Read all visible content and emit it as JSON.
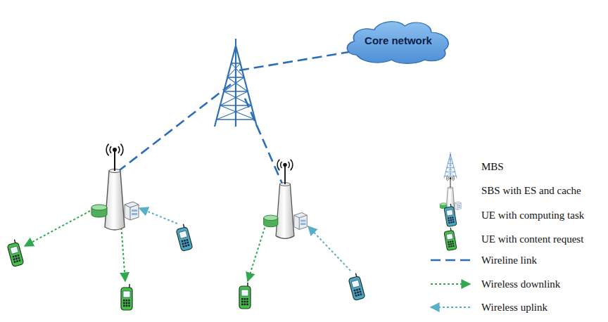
{
  "diagram": {
    "nodes": [
      {
        "text": [
          "Core network"
        ]
      }
    ],
    "legend": [
      {
        "text": "MBS"
      },
      {
        "text": "SBS with ES and cache"
      },
      {
        "text": "UE with computing task"
      },
      {
        "text": "UE with content request"
      },
      {
        "text": "Wireline link"
      },
      {
        "text": "Wireless downlink"
      },
      {
        "text": "Wireless uplink"
      }
    ]
  }
}
